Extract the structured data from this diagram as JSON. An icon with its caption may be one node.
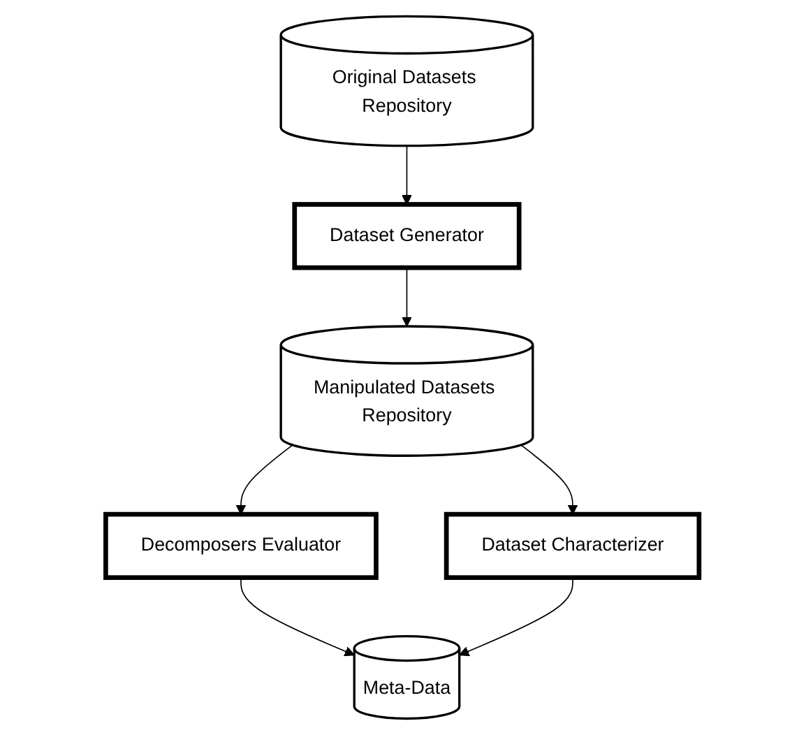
{
  "diagram": {
    "nodes": [
      {
        "text": [
          "Original Datasets Repository"
        ]
      },
      {
        "text": [
          "Dataset Generator"
        ]
      },
      {
        "text": [
          "Manipulated Datasets Repository"
        ]
      },
      {
        "text": [
          "Decomposers Evaluator"
        ]
      },
      {
        "text": [
          "Dataset Characterizer"
        ]
      },
      {
        "text": [
          "Meta-Data"
        ]
      }
    ],
    "edges": [
      {
        "from": 0,
        "to": 1,
        "arrow": "to"
      },
      {
        "from": 1,
        "to": 2,
        "arrow": "to"
      },
      {
        "from": 2,
        "to": 3,
        "arrow": "to"
      },
      {
        "from": 2,
        "to": 4,
        "arrow": "to"
      },
      {
        "from": 3,
        "to": 5,
        "arrow": "to"
      },
      {
        "from": 4,
        "to": 5,
        "arrow": "to"
      }
    ]
  }
}
